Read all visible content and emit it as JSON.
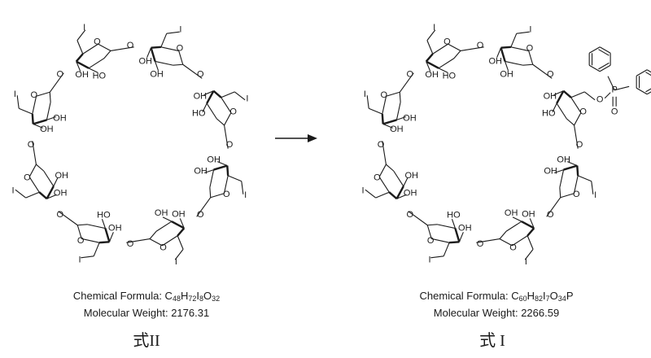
{
  "compound_left": {
    "formula_label": "Chemical Formula: ",
    "formula_parts": [
      {
        "t": "C"
      },
      {
        "t": "48",
        "sub": true
      },
      {
        "t": "H"
      },
      {
        "t": "72",
        "sub": true
      },
      {
        "t": "I"
      },
      {
        "t": "8",
        "sub": true
      },
      {
        "t": "O"
      },
      {
        "t": "32",
        "sub": true
      }
    ],
    "weight_label": "Molecular Weight: ",
    "weight_value": "2176.31",
    "caption": "式II",
    "ring": {
      "units": 8,
      "iodo_units": 8,
      "substituent_unit": null
    }
  },
  "compound_right": {
    "formula_label": "Chemical Formula: ",
    "formula_parts": [
      {
        "t": "C"
      },
      {
        "t": "60",
        "sub": true
      },
      {
        "t": "H"
      },
      {
        "t": "82",
        "sub": true
      },
      {
        "t": "I"
      },
      {
        "t": "7",
        "sub": true
      },
      {
        "t": "O"
      },
      {
        "t": "34",
        "sub": true
      },
      {
        "t": "P"
      }
    ],
    "weight_label": "Molecular Weight: ",
    "weight_value": "2266.59",
    "caption": "式 I",
    "ring": {
      "units": 8,
      "iodo_units": 7,
      "substituent_unit": 1
    },
    "substituent": {
      "atoms": [
        "O",
        "P",
        "O"
      ],
      "aryl": "phenyl"
    }
  },
  "atom_labels": {
    "hydroxyl": "OH",
    "oxygen": "O",
    "ho": "HO",
    "iodine": "I"
  },
  "reaction": {
    "arrow": "right-arrow"
  }
}
